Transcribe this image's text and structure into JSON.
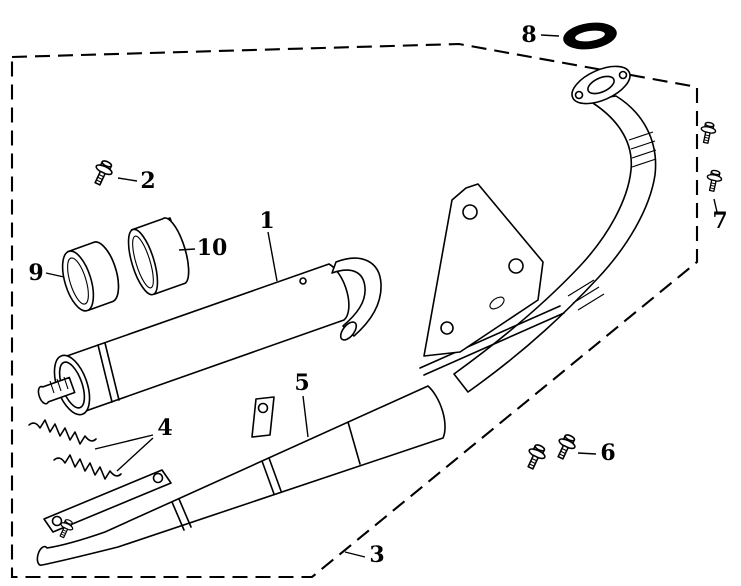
{
  "diagram": {
    "background_color": "#ffffff",
    "line_color": "#000000",
    "callouts": {
      "c1": "1",
      "c2": "2",
      "c3": "3",
      "c4": "4",
      "c5": "5",
      "c6": "6",
      "c7": "7",
      "c8": "8",
      "c9": "9",
      "c10": "10"
    }
  }
}
